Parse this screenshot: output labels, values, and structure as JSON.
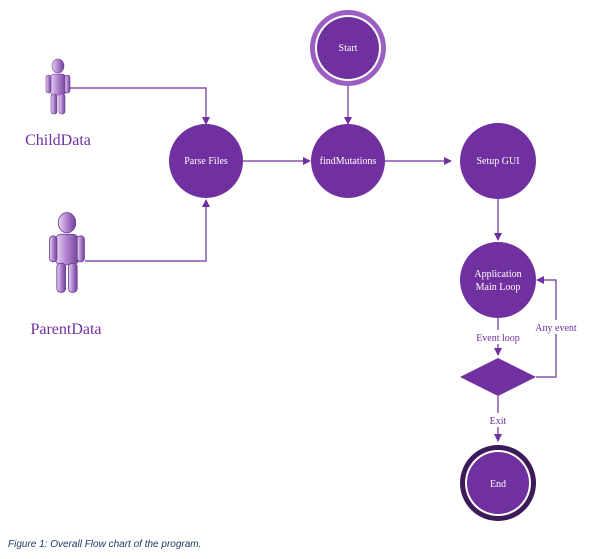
{
  "diagram": {
    "actors": {
      "child": "ChildData",
      "parent": "ParentData"
    },
    "nodes": {
      "start": "Start",
      "parse_files": "Parse Files",
      "find_mutations": "findMutations",
      "setup_gui": "Setup GUI",
      "main_loop_line1": "Application",
      "main_loop_line2": "Main Loop",
      "end": "End"
    },
    "edges": {
      "event_loop": "Event loop",
      "any_event": "Any event",
      "exit": "Exit"
    },
    "colors": {
      "node_fill": "#7030a0",
      "node_ring": "#9b5fc4",
      "end_ring": "#3d1a5a",
      "arrow": "#7030a0",
      "label": "#7030a0",
      "caption": "#1f3864"
    }
  },
  "caption": "Figure 1: Overall Flow chart of the program."
}
